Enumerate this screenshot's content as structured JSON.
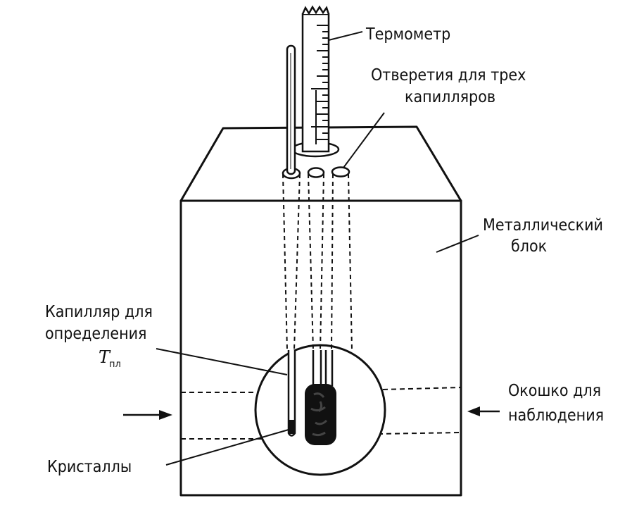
{
  "labels": {
    "thermometer": "Термометр",
    "holes_line1": "Отверетия для трех",
    "holes_line2": "капилляров",
    "block_line1": "Металлический",
    "block_line2": "блок",
    "capillary_line1": "Капилляр для",
    "capillary_line2": "определения",
    "t_main": "T",
    "t_sub": "пл",
    "window_line1": "Окошко для",
    "window_line2": "наблюдения",
    "crystals": "Кристаллы"
  },
  "colors": {
    "ink": "#111111",
    "background": "#ffffff"
  }
}
